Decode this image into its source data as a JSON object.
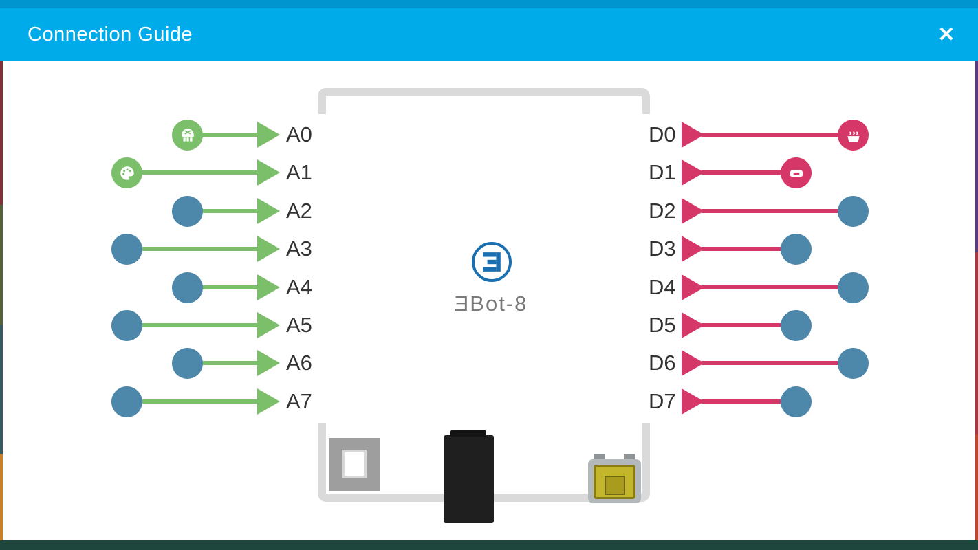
{
  "window": {
    "title": "Connection Guide",
    "close_icon": "✕"
  },
  "board": {
    "logo_text": "ƎBot-8"
  },
  "pins": {
    "left": [
      {
        "label": "A0",
        "icon": "potentiometer",
        "circle": "green",
        "pos": "near"
      },
      {
        "label": "A1",
        "icon": "palette",
        "circle": "green",
        "pos": "far"
      },
      {
        "label": "A2",
        "icon": null,
        "circle": "blue",
        "pos": "near"
      },
      {
        "label": "A3",
        "icon": null,
        "circle": "blue",
        "pos": "far"
      },
      {
        "label": "A4",
        "icon": null,
        "circle": "blue",
        "pos": "near"
      },
      {
        "label": "A5",
        "icon": null,
        "circle": "blue",
        "pos": "far"
      },
      {
        "label": "A6",
        "icon": null,
        "circle": "blue",
        "pos": "near"
      },
      {
        "label": "A7",
        "icon": null,
        "circle": "blue",
        "pos": "far"
      }
    ],
    "right": [
      {
        "label": "D0",
        "icon": "buzzer",
        "circle": "pink",
        "pos": "far"
      },
      {
        "label": "D1",
        "icon": "led",
        "circle": "pink",
        "pos": "near"
      },
      {
        "label": "D2",
        "icon": null,
        "circle": "blue",
        "pos": "far"
      },
      {
        "label": "D3",
        "icon": null,
        "circle": "blue",
        "pos": "near"
      },
      {
        "label": "D4",
        "icon": null,
        "circle": "blue",
        "pos": "far"
      },
      {
        "label": "D5",
        "icon": null,
        "circle": "blue",
        "pos": "near"
      },
      {
        "label": "D6",
        "icon": null,
        "circle": "blue",
        "pos": "far"
      },
      {
        "label": "D7",
        "icon": null,
        "circle": "blue",
        "pos": "near"
      }
    ]
  },
  "colors": {
    "header": "#00ABE9",
    "statusbar": "#0095CF",
    "green": "#7CBF6B",
    "pink": "#D43768",
    "blue": "#4D87A9",
    "outline": "#DADADA",
    "logoblue": "#1A6FB0",
    "footer": "#1E463C"
  }
}
